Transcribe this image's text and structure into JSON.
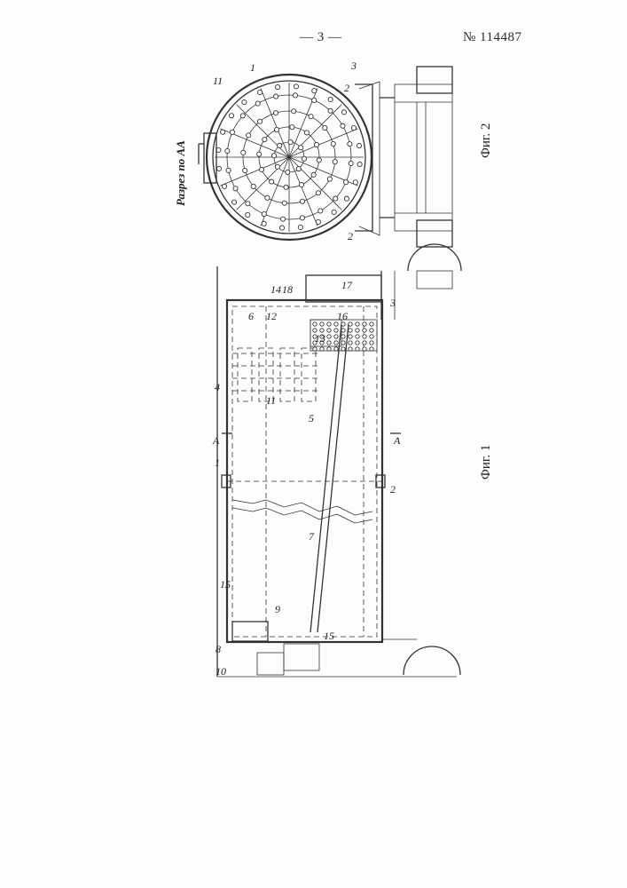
{
  "header": {
    "page_number": "— 3 —",
    "patent_number": "№ 114487"
  },
  "figures": {
    "fig1_caption": "Фиг. 1",
    "fig2_caption": "Фиг. 2",
    "section_label": "Разрез по АА"
  },
  "callouts": {
    "fig2": [
      "1",
      "11",
      "2",
      "3",
      "2"
    ],
    "fig1": [
      "1",
      "2",
      "3",
      "4",
      "5",
      "6",
      "7",
      "8",
      "9",
      "10",
      "11",
      "12",
      "13",
      "14",
      "15",
      "15",
      "16",
      "17",
      "18",
      "A",
      "A"
    ]
  }
}
